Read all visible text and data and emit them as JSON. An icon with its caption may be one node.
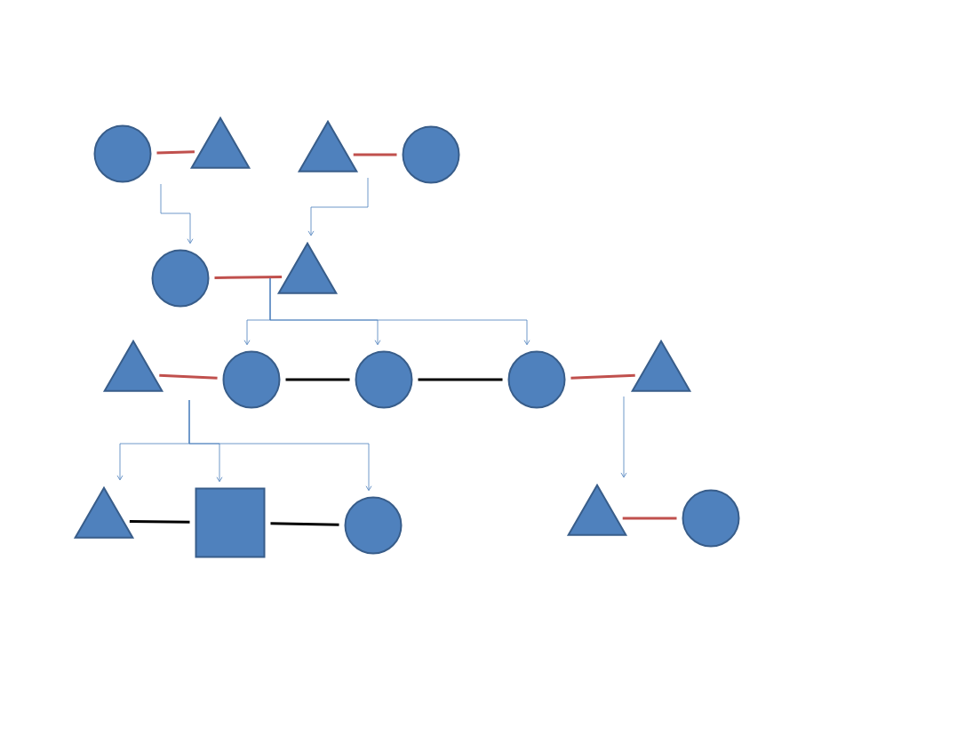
{
  "diagram": {
    "nodes": [
      {
        "text": [],
        "shape": "circle"
      },
      {
        "text": [],
        "shape": "triangle"
      },
      {
        "text": [],
        "shape": "triangle"
      },
      {
        "text": [],
        "shape": "circle"
      },
      {
        "text": [],
        "shape": "circle"
      },
      {
        "text": [],
        "shape": "triangle"
      },
      {
        "text": [],
        "shape": "triangle"
      },
      {
        "text": [],
        "shape": "circle"
      },
      {
        "text": [],
        "shape": "circle"
      },
      {
        "text": [],
        "shape": "circle"
      },
      {
        "text": [],
        "shape": "triangle"
      },
      {
        "text": [],
        "shape": "triangle"
      },
      {
        "text": [],
        "shape": "box"
      },
      {
        "text": [],
        "shape": "circle"
      },
      {
        "text": [],
        "shape": "triangle"
      },
      {
        "text": [],
        "shape": "circle"
      }
    ],
    "edges": [
      {
        "from": 0,
        "to": 1,
        "arrow": "none",
        "color": "#c0504d"
      },
      {
        "from": 2,
        "to": 3,
        "arrow": "none",
        "color": "#c0504d"
      },
      {
        "from": 4,
        "to": 5,
        "arrow": "none",
        "color": "#c0504d"
      },
      {
        "from": 6,
        "to": 7,
        "arrow": "none",
        "color": "#c0504d"
      },
      {
        "from": 7,
        "to": 8,
        "arrow": "none",
        "color": "#000000"
      },
      {
        "from": 8,
        "to": 9,
        "arrow": "none",
        "color": "#000000"
      },
      {
        "from": 9,
        "to": 10,
        "arrow": "none",
        "color": "#c0504d"
      },
      {
        "from": 11,
        "to": 12,
        "arrow": "none",
        "color": "#000000"
      },
      {
        "from": 12,
        "to": 13,
        "arrow": "none",
        "color": "#000000"
      },
      {
        "from": 14,
        "to": 15,
        "arrow": "none",
        "color": "#c0504d"
      },
      {
        "from": 0,
        "to": 4,
        "arrow": "to"
      },
      {
        "from": 2,
        "to": 5,
        "arrow": "to"
      },
      {
        "from": 5,
        "to": 7,
        "arrow": "to"
      },
      {
        "from": 5,
        "to": 8,
        "arrow": "to"
      },
      {
        "from": 5,
        "to": 9,
        "arrow": "to"
      },
      {
        "from": 6,
        "to": 11,
        "arrow": "to"
      },
      {
        "from": 6,
        "to": 12,
        "arrow": "to"
      },
      {
        "from": 6,
        "to": 13,
        "arrow": "to"
      },
      {
        "from": 10,
        "to": 14,
        "arrow": "to"
      }
    ]
  }
}
